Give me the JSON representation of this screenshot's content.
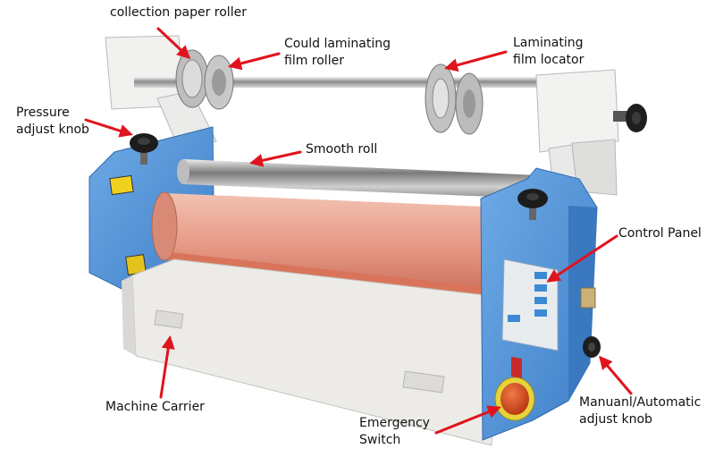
{
  "labels": {
    "collection_paper_roller": "collection paper roller",
    "cold_film_roller_1": "Could laminating",
    "cold_film_roller_2": "film roller",
    "film_locator_1": "Laminating",
    "film_locator_2": "film locator",
    "pressure_knob_1": "Pressure",
    "pressure_knob_2": "adjust knob",
    "smooth_roll": "Smooth roll",
    "control_panel": "Control Panel",
    "machine_carrier": "Machine Carrier",
    "emergency_1": "Emergency",
    "emergency_2": "Switch",
    "manual_auto_1": "Manuanl/Automatic",
    "manual_auto_2": "adjust knob"
  },
  "colors": {
    "arrow": "#e0141e",
    "machine_blue": "#4a8fd6",
    "carrier_white": "#eceae6",
    "silicone_roll": "#e89a86",
    "emergency_button": "#d8471f"
  }
}
